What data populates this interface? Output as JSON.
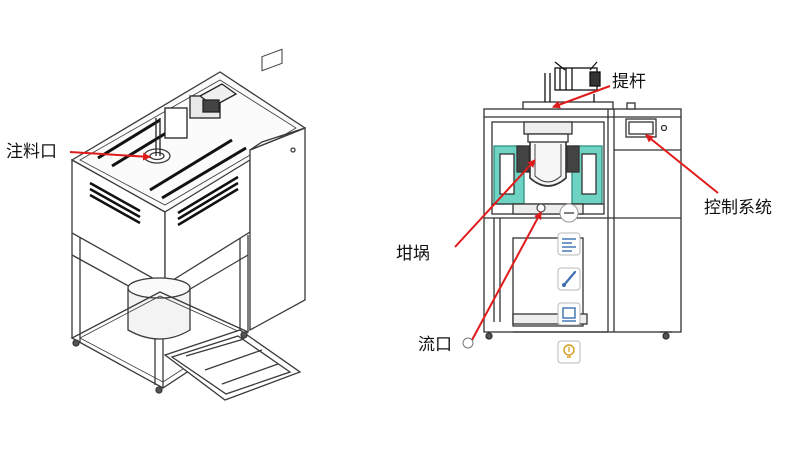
{
  "labels": {
    "pour_inlet": "注料口",
    "lift_rod": "提杆",
    "control_system": "控制系统",
    "crucible": "坩埚",
    "outflow": "流口"
  },
  "icons": [
    "align-text-icon",
    "brush-icon",
    "frame-icon",
    "bulb-icon",
    "minus-circle-icon"
  ],
  "colors": {
    "arrow": "#e01b1b",
    "insulation": "#6fd3c4",
    "line": "#333333"
  }
}
